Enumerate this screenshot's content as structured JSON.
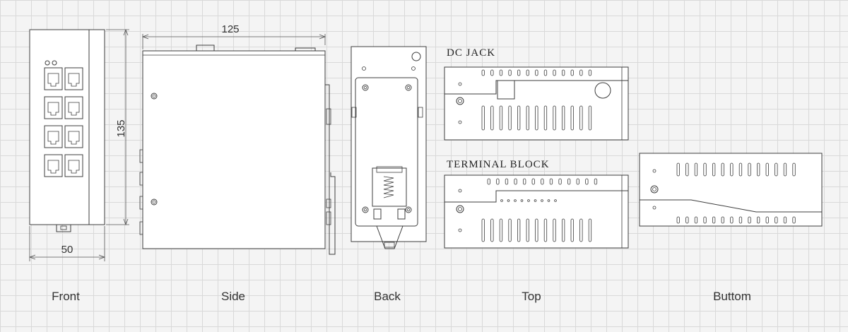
{
  "dimensions": {
    "width": "125",
    "height": "135",
    "depth": "50"
  },
  "views": {
    "front": "Front",
    "side": "Side",
    "back": "Back",
    "top": "Top",
    "bottom": "Buttom"
  },
  "top_view": {
    "dc_jack_title": "DC JACK",
    "terminal_block_title": "TERMINAL BLOCK"
  }
}
